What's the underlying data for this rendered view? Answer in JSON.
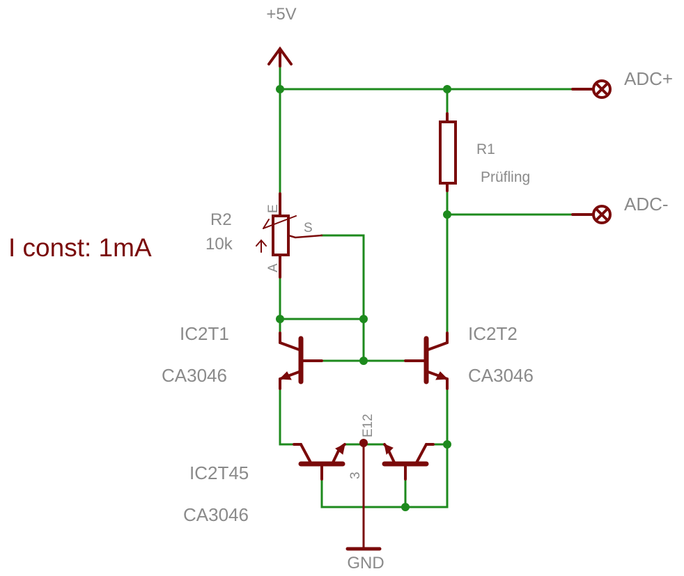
{
  "colors": {
    "wire": "#1d8a1d",
    "part": "#7a0a0a",
    "label": "#8a8a8a",
    "background": "#ffffff"
  },
  "supply": {
    "label": "+5V"
  },
  "ground": {
    "label": "GND"
  },
  "note": {
    "text": "I const: 1mA"
  },
  "terminals": {
    "adc_plus": "ADC+",
    "adc_minus": "ADC-"
  },
  "r1": {
    "name": "R1",
    "value": "Prüfling"
  },
  "r2": {
    "name": "R2",
    "value": "10k",
    "pin_e": "E",
    "pin_a": "A",
    "pin_s": "S"
  },
  "transistors": {
    "t1": {
      "name": "IC2T1",
      "part": "CA3046"
    },
    "t2": {
      "name": "IC2T2",
      "part": "CA3046"
    },
    "t45": {
      "name": "IC2T45",
      "part": "CA3046",
      "pin_top": "E12",
      "pin_bottom": "3"
    }
  }
}
